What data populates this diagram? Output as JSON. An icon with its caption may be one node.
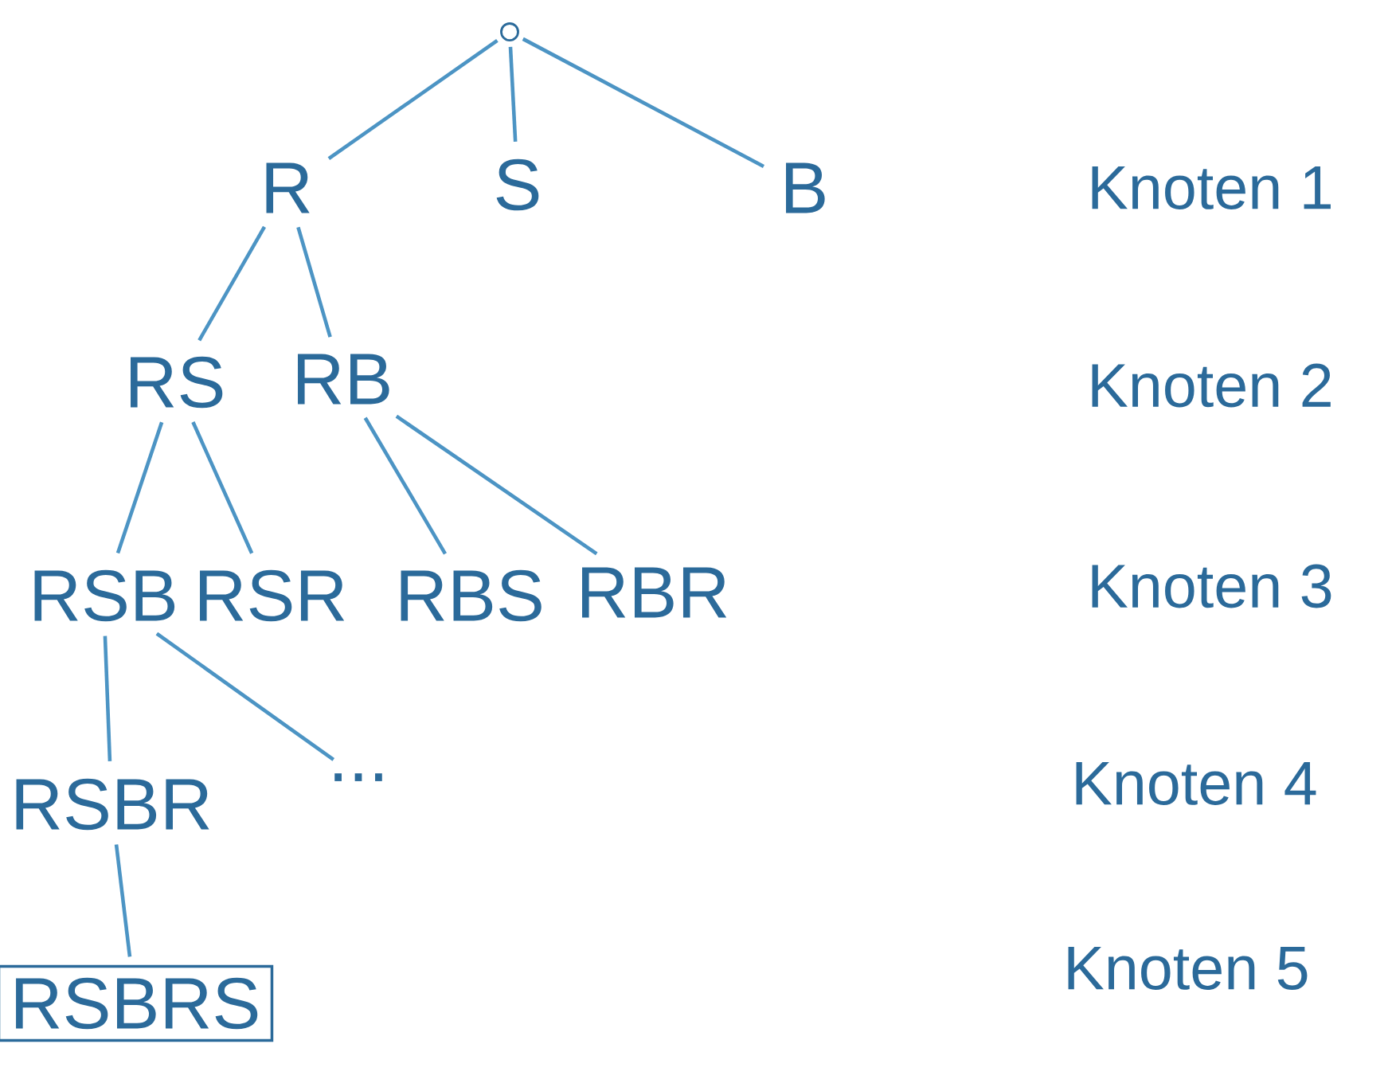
{
  "diagram": {
    "nodes": [
      {
        "text": [],
        "shape": "circle"
      },
      {
        "text": [
          "R"
        ]
      },
      {
        "text": [
          "S"
        ]
      },
      {
        "text": [
          "B"
        ]
      },
      {
        "text": [
          "RS"
        ]
      },
      {
        "text": [
          "RB"
        ]
      },
      {
        "text": [
          "RSB"
        ]
      },
      {
        "text": [
          "RSR"
        ]
      },
      {
        "text": [
          "RBS"
        ]
      },
      {
        "text": [
          "RBR"
        ]
      },
      {
        "text": [
          "RSBR"
        ]
      },
      {
        "text": [
          "..."
        ]
      },
      {
        "text": [
          "RSBRS"
        ]
      }
    ],
    "edges": [
      {
        "from": 0,
        "to": 1,
        "arrow": "none"
      },
      {
        "from": 0,
        "to": 2,
        "arrow": "none"
      },
      {
        "from": 0,
        "to": 3,
        "arrow": "none"
      },
      {
        "from": 1,
        "to": 4,
        "arrow": "none"
      },
      {
        "from": 1,
        "to": 5,
        "arrow": "none"
      },
      {
        "from": 4,
        "to": 6,
        "arrow": "none"
      },
      {
        "from": 4,
        "to": 7,
        "arrow": "none"
      },
      {
        "from": 5,
        "to": 8,
        "arrow": "none"
      },
      {
        "from": 5,
        "to": 9,
        "arrow": "none"
      },
      {
        "from": 6,
        "to": 10,
        "arrow": "none"
      },
      {
        "from": 6,
        "to": 11,
        "arrow": "none"
      },
      {
        "from": 10,
        "to": 12,
        "arrow": "none"
      }
    ],
    "labels": [
      "Knoten 1",
      "Knoten 2",
      "Knoten 3",
      "Knoten 4",
      "Knoten 5"
    ]
  }
}
